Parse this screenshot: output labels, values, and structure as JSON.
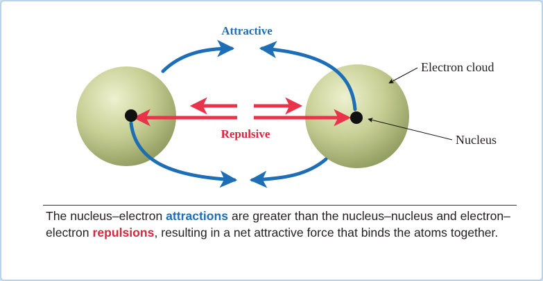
{
  "diagram": {
    "labels": {
      "attractive": "Attractive",
      "repulsive": "Repulsive",
      "electron_cloud": "Electron cloud",
      "nucleus": "Nucleus"
    },
    "colors": {
      "attractive": "#1d6eb5",
      "repulsive": "#e8334a",
      "sphere_light": "#e8ecc6",
      "sphere_mid": "#c3cc8e",
      "sphere_dark": "#8f9a5e",
      "nucleus": "#111111"
    }
  },
  "caption": {
    "part1": "The nucleus–electron ",
    "attractions": "attractions",
    "part2": " are greater than the nucleus–nucleus and electron–electron ",
    "repulsions": "repulsions",
    "part3": ", resulting in a net attractive force that binds the atoms together."
  }
}
